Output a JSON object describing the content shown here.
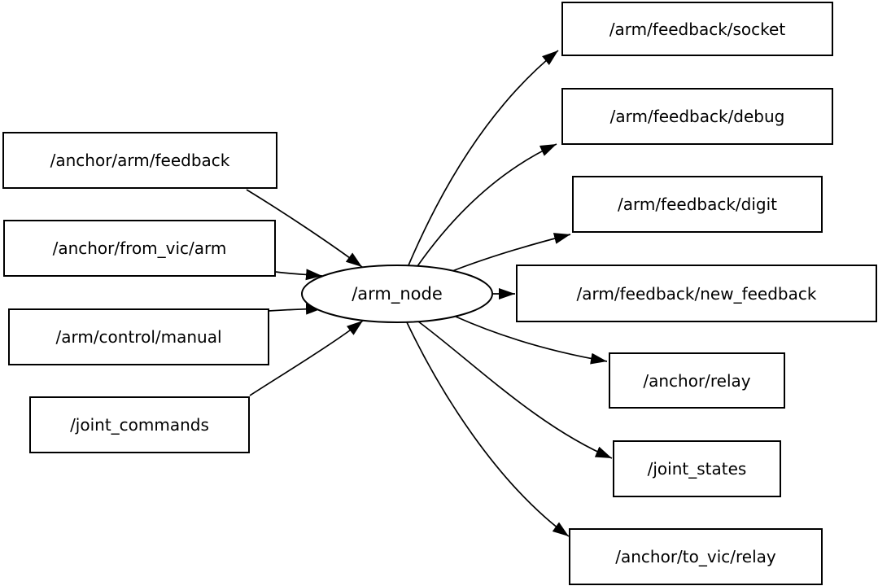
{
  "diagram": {
    "type": "ros_computation_graph",
    "background_color": "#ffffff",
    "stroke_color": "#000000",
    "node_fill_color": "#ffffff",
    "text_color": "#000000",
    "center_node": {
      "label": "/arm_node",
      "shape": "ellipse"
    },
    "inputs": [
      {
        "label": "/anchor/arm/feedback"
      },
      {
        "label": "/anchor/from_vic/arm"
      },
      {
        "label": "/arm/control/manual"
      },
      {
        "label": "/joint_commands"
      }
    ],
    "outputs": [
      {
        "label": "/arm/feedback/socket"
      },
      {
        "label": "/arm/feedback/debug"
      },
      {
        "label": "/arm/feedback/digit"
      },
      {
        "label": "/arm/feedback/new_feedback"
      },
      {
        "label": "/anchor/relay"
      },
      {
        "label": "/joint_states"
      },
      {
        "label": "/anchor/to_vic/relay"
      }
    ],
    "edges": [
      {
        "from": "/anchor/arm/feedback",
        "to": "/arm_node"
      },
      {
        "from": "/anchor/from_vic/arm",
        "to": "/arm_node"
      },
      {
        "from": "/arm/control/manual",
        "to": "/arm_node"
      },
      {
        "from": "/joint_commands",
        "to": "/arm_node"
      },
      {
        "from": "/arm_node",
        "to": "/arm/feedback/socket"
      },
      {
        "from": "/arm_node",
        "to": "/arm/feedback/debug"
      },
      {
        "from": "/arm_node",
        "to": "/arm/feedback/digit"
      },
      {
        "from": "/arm_node",
        "to": "/arm/feedback/new_feedback"
      },
      {
        "from": "/arm_node",
        "to": "/anchor/relay"
      },
      {
        "from": "/arm_node",
        "to": "/joint_states"
      },
      {
        "from": "/arm_node",
        "to": "/anchor/to_vic/relay"
      }
    ]
  }
}
